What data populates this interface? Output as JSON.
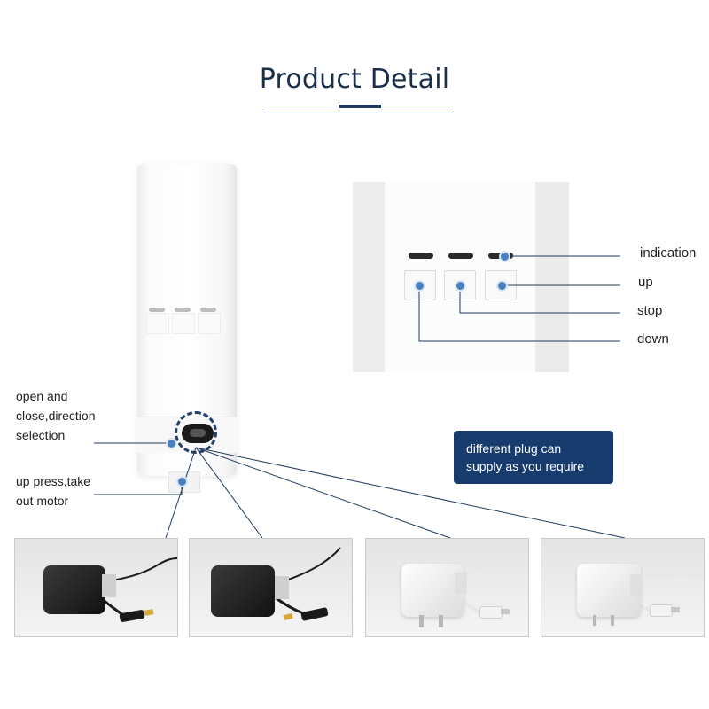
{
  "title": "Product Detail",
  "labels": {
    "indication": "indication",
    "up": "up",
    "stop": "stop",
    "down": "down",
    "open_close_line1": "open and",
    "open_close_line2": "close,direction",
    "open_close_line3": "selection",
    "up_press_line1": "up press,take",
    "up_press_line2": "out motor"
  },
  "banner": {
    "line1": "different plug can",
    "line2": "supply as you require"
  },
  "plugs": [
    {
      "name": "uk-plug-black",
      "color": "#1a1a1a"
    },
    {
      "name": "au-plug-black",
      "color": "#1a1a1a"
    },
    {
      "name": "eu-plug-white",
      "color": "#f2f2f2"
    },
    {
      "name": "us-plug-white",
      "color": "#f2f2f2"
    }
  ],
  "colors": {
    "accent": "#173b6c",
    "line": "#1f3a5e",
    "dot": "#4a7fc0"
  }
}
